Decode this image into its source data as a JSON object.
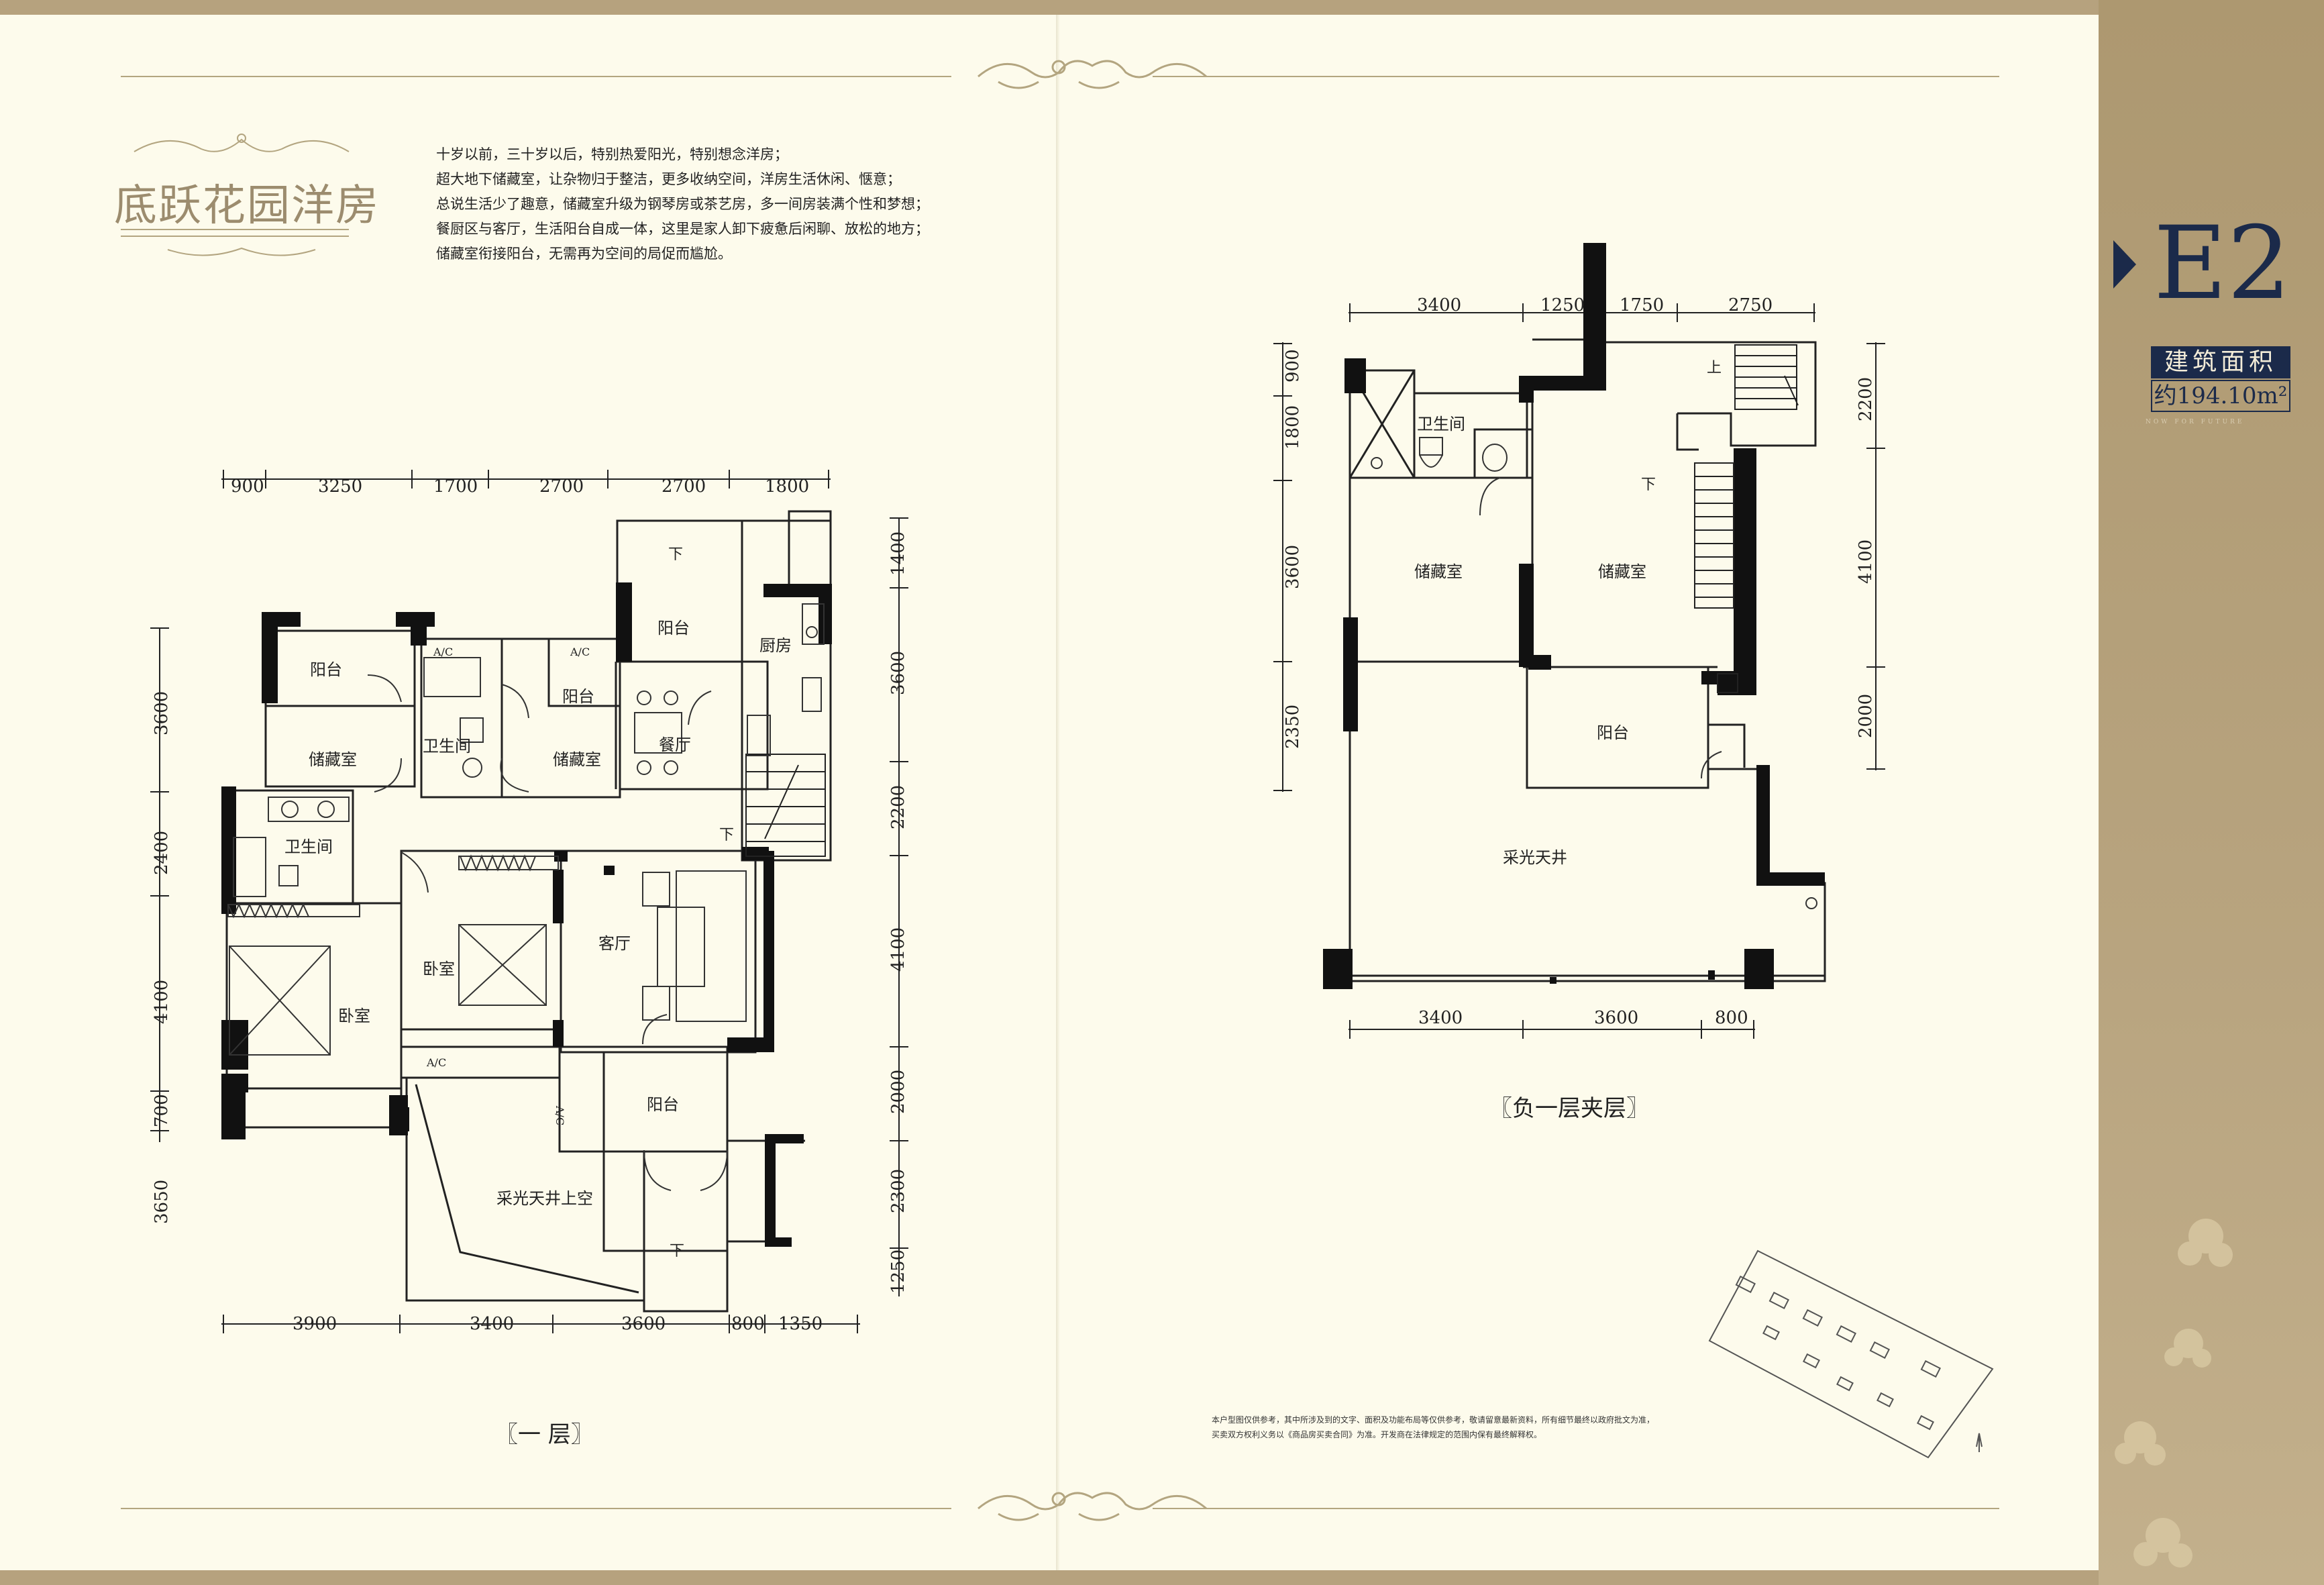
{
  "title": "底跃花园洋房",
  "intro": [
    "十岁以前，三十岁以后，特别热爱阳光，特别想念洋房；",
    "超大地下储藏室，让杂物归于整洁，更多收纳空间，洋房生活休闲、惬意；",
    "总说生活少了趣意，储藏室升级为钢琴房或茶艺房，多一间房装满个性和梦想；",
    "餐厨区与客厅，生活阳台自成一体，这里是家人卸下疲惫后闲聊、放松的地方；",
    "储藏室衔接阳台，无需再为空间的局促而尴尬。"
  ],
  "unit_code": "E2",
  "area_label": "建筑面积",
  "area_value": "约194.10m²",
  "area_sub": "NOW FOR FUTURE",
  "plans": {
    "ground": {
      "caption": "一 层",
      "dims_top": [
        "900",
        "3250",
        "1700",
        "2700",
        "2700",
        "1800"
      ],
      "dims_bottom": [
        "3900",
        "3400",
        "3600",
        "800",
        "1350"
      ],
      "dims_left": [
        "3600",
        "2400",
        "4100",
        "700",
        "3650"
      ],
      "dims_right": [
        "1400",
        "3600",
        "2200",
        "4100",
        "2000",
        "2300",
        "1250"
      ],
      "rooms": [
        "阳台",
        "储藏室",
        "卫生间",
        "阳台",
        "储藏室",
        "阳台",
        "厨房",
        "餐厅",
        "卫生间",
        "卧室",
        "卧室",
        "客厅",
        "阳台",
        "采光天井上空"
      ],
      "marks": [
        "下",
        "下",
        "下"
      ],
      "ac": [
        "A/C",
        "A/C",
        "A/C",
        "A/C"
      ]
    },
    "basement": {
      "caption": "负一层夹层",
      "dims_top": [
        "3400",
        "1250",
        "1750",
        "2750"
      ],
      "dims_bottom": [
        "3400",
        "3600",
        "800"
      ],
      "dims_left": [
        "900",
        "1800",
        "3600",
        "2350"
      ],
      "dims_right": [
        "2200",
        "4100",
        "2000"
      ],
      "rooms": [
        "卫生间",
        "储藏室",
        "储藏室",
        "阳台",
        "采光天井"
      ],
      "marks": [
        "上",
        "下"
      ]
    }
  },
  "disclaimer": [
    "本户型图仅供参考，其中所涉及到的文字、面积及功能布局等仅供参考，敬请留意最新资料，所有细节最终以政府批文为准，",
    "买卖双方权利义务以《商品房买卖合同》为准。开发商在法律规定的范围内保有最终解释权。"
  ],
  "colors": {
    "page": "#fdfbec",
    "frame": "#b6a27e",
    "accent": "#1b2a4a",
    "wall": "#111111"
  }
}
